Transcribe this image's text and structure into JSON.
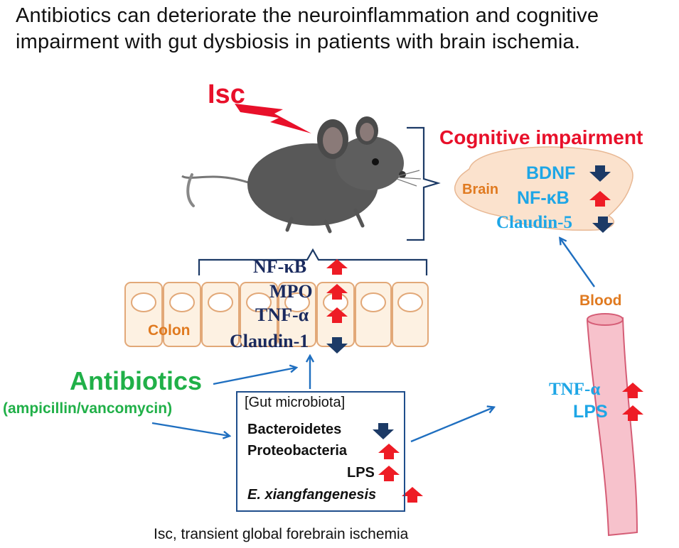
{
  "headline": {
    "line1": "Antibiotics can deteriorate the neuroinflammation  and cognitive",
    "line2": "impairment with gut dysbiosis in patients with brain ischemia."
  },
  "isc": {
    "label": "Isc"
  },
  "brain": {
    "title": "Cognitive impairment",
    "label": "Brain",
    "markers": [
      {
        "text": "BDNF",
        "direction": "down"
      },
      {
        "text": "NF-κB",
        "direction": "up"
      },
      {
        "text": "Claudin-5",
        "direction": "down"
      }
    ]
  },
  "colon": {
    "label": "Colon",
    "markers": [
      {
        "text": "NF-κB",
        "direction": "up"
      },
      {
        "text": "MPO",
        "direction": "up"
      },
      {
        "text": "TNF-α",
        "direction": "up"
      },
      {
        "text": "Claudin-1",
        "direction": "down"
      }
    ]
  },
  "blood": {
    "label": "Blood",
    "markers": [
      {
        "text": "TNF-α",
        "direction": "up"
      },
      {
        "text": "LPS",
        "direction": "up"
      }
    ]
  },
  "antibiotics": {
    "label": "Antibiotics",
    "drugs": "(ampicillin/vancomycin)"
  },
  "gut": {
    "title": "[Gut microbiota]",
    "items": [
      {
        "text": "Bacteroidetes",
        "direction": "down",
        "italic": false
      },
      {
        "text": "Proteobacteria",
        "direction": "up",
        "italic": false
      },
      {
        "text": "LPS",
        "direction": "up",
        "italic": false
      },
      {
        "text": "E. xiangfangenesis",
        "direction": "up",
        "italic": true
      }
    ]
  },
  "footnote": "Isc, transient  global forebrain ischemia",
  "colors": {
    "red": "#e8102a",
    "navy": "#1a2a5e",
    "light_blue": "#1ea6e6",
    "green": "#20b048",
    "orange": "#e07a20",
    "arrow_blue": "#1f6fc0",
    "up_arrow": "#ee1c25",
    "down_arrow": "#1c3a66"
  }
}
